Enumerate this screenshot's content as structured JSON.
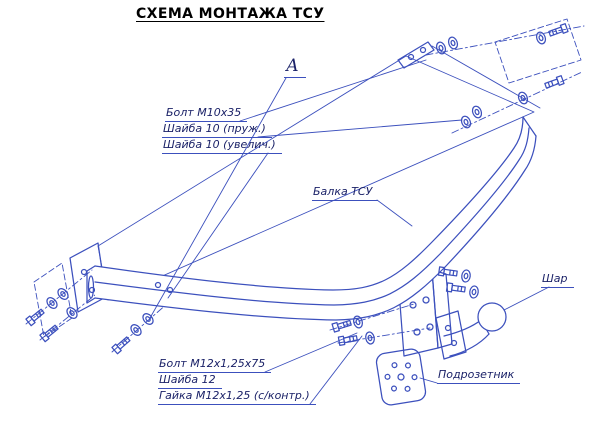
{
  "title": "СХЕМА МОНТАЖА ТСУ",
  "section_label": "А",
  "labels": {
    "top_group": [
      "Болт М10х35",
      "Шайба 10 (пруж.)",
      "Шайба 10 (увелич.)"
    ],
    "beam": "Балка ТСУ",
    "ball": "Шар",
    "socket_plate": "Подрозетник",
    "bottom_group": [
      "Болт М12х1,25х75",
      "Шайба 12",
      "Гайка М12х1,25 (с/контр.)"
    ]
  },
  "colors": {
    "line": "#3c50bd",
    "text": "#1b2268",
    "title": "#000000",
    "background": "#ffffff"
  }
}
